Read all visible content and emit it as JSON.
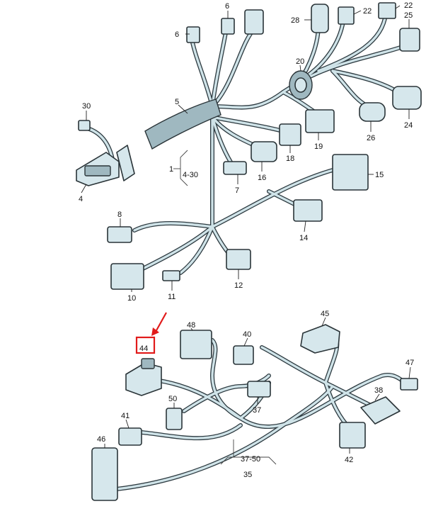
{
  "labels": {
    "l30": "30",
    "l4": "4",
    "l5": "5",
    "l6a": "6",
    "l6b": "6",
    "l28": "28",
    "l22a": "22",
    "l22b": "22",
    "l25": "25",
    "l20": "20",
    "l26": "26",
    "l24": "24",
    "l19": "19",
    "l18": "18",
    "l16": "16",
    "l7": "7",
    "l1": "1",
    "l4_30": "4-30",
    "l15": "15",
    "l14": "14",
    "l8": "8",
    "l10": "10",
    "l11": "11",
    "l12": "12",
    "l44": "44",
    "l48": "48",
    "l40": "40",
    "l45": "45",
    "l47": "47",
    "l38": "38",
    "l50": "50",
    "l37": "37",
    "l41": "41",
    "l46": "46",
    "l42": "42",
    "l37_50": "37-50",
    "l35": "35"
  },
  "highlight": {
    "color": "#e11b1b",
    "target_label": "44"
  },
  "colors": {
    "wire_outer": "#2d3a40",
    "wire_inner": "#cfe3e8",
    "connector_fill": "#d6e7ec"
  }
}
